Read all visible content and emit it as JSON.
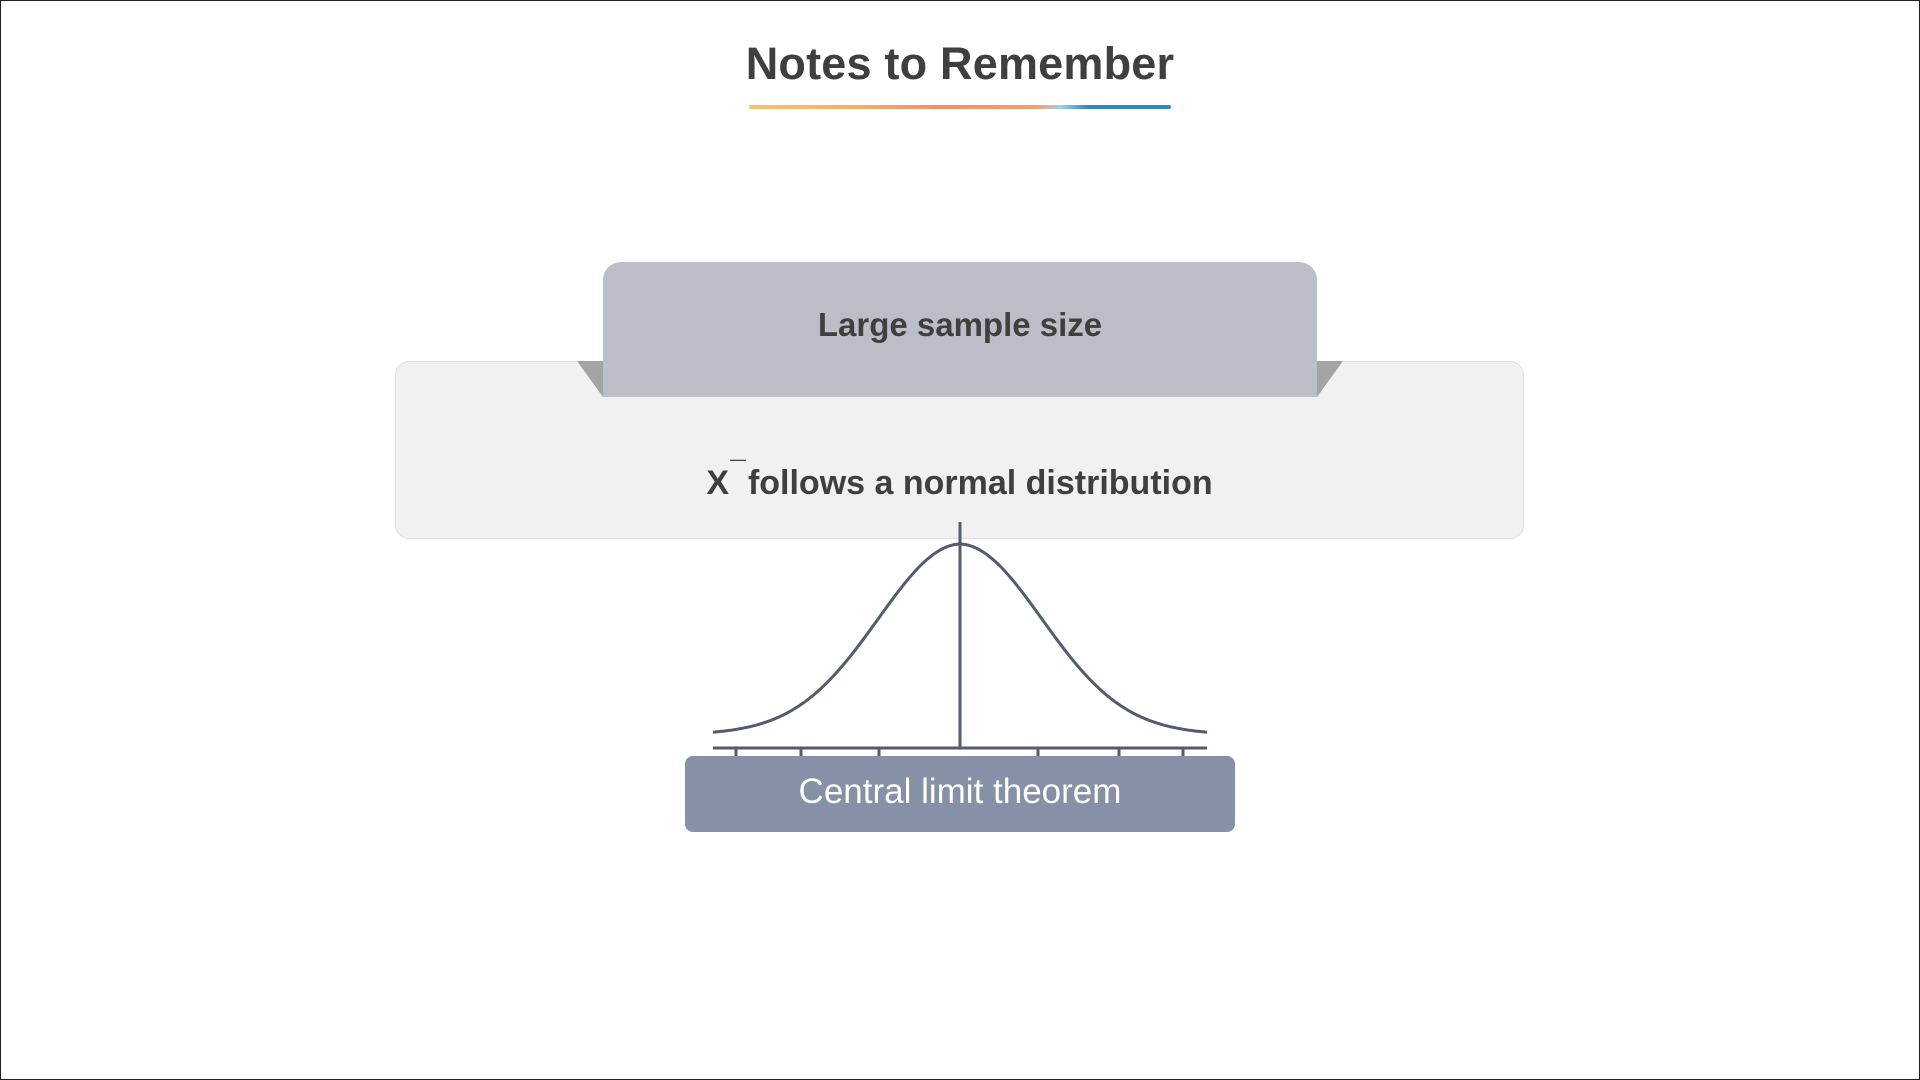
{
  "page": {
    "title": "Notes to Remember"
  },
  "diagram": {
    "condition_label": "Large sample size",
    "result_symbol": "X",
    "result_symbol_mark": "¯",
    "result_text": "follows a normal distribution",
    "theorem_label": "Central limit theorem",
    "graphic": "normal-distribution-curve-icon"
  },
  "colors": {
    "text": "#3f3f3f",
    "tab": "#bbbec6",
    "panel": "#f1f1f1",
    "fold": "#a4a4a4",
    "curve": "#555b6e",
    "theorem_box": "#8690a6",
    "underline_blue": "#2f8ac3",
    "underline_orange": "#f0906a",
    "underline_yellow": "#f7c26a"
  }
}
